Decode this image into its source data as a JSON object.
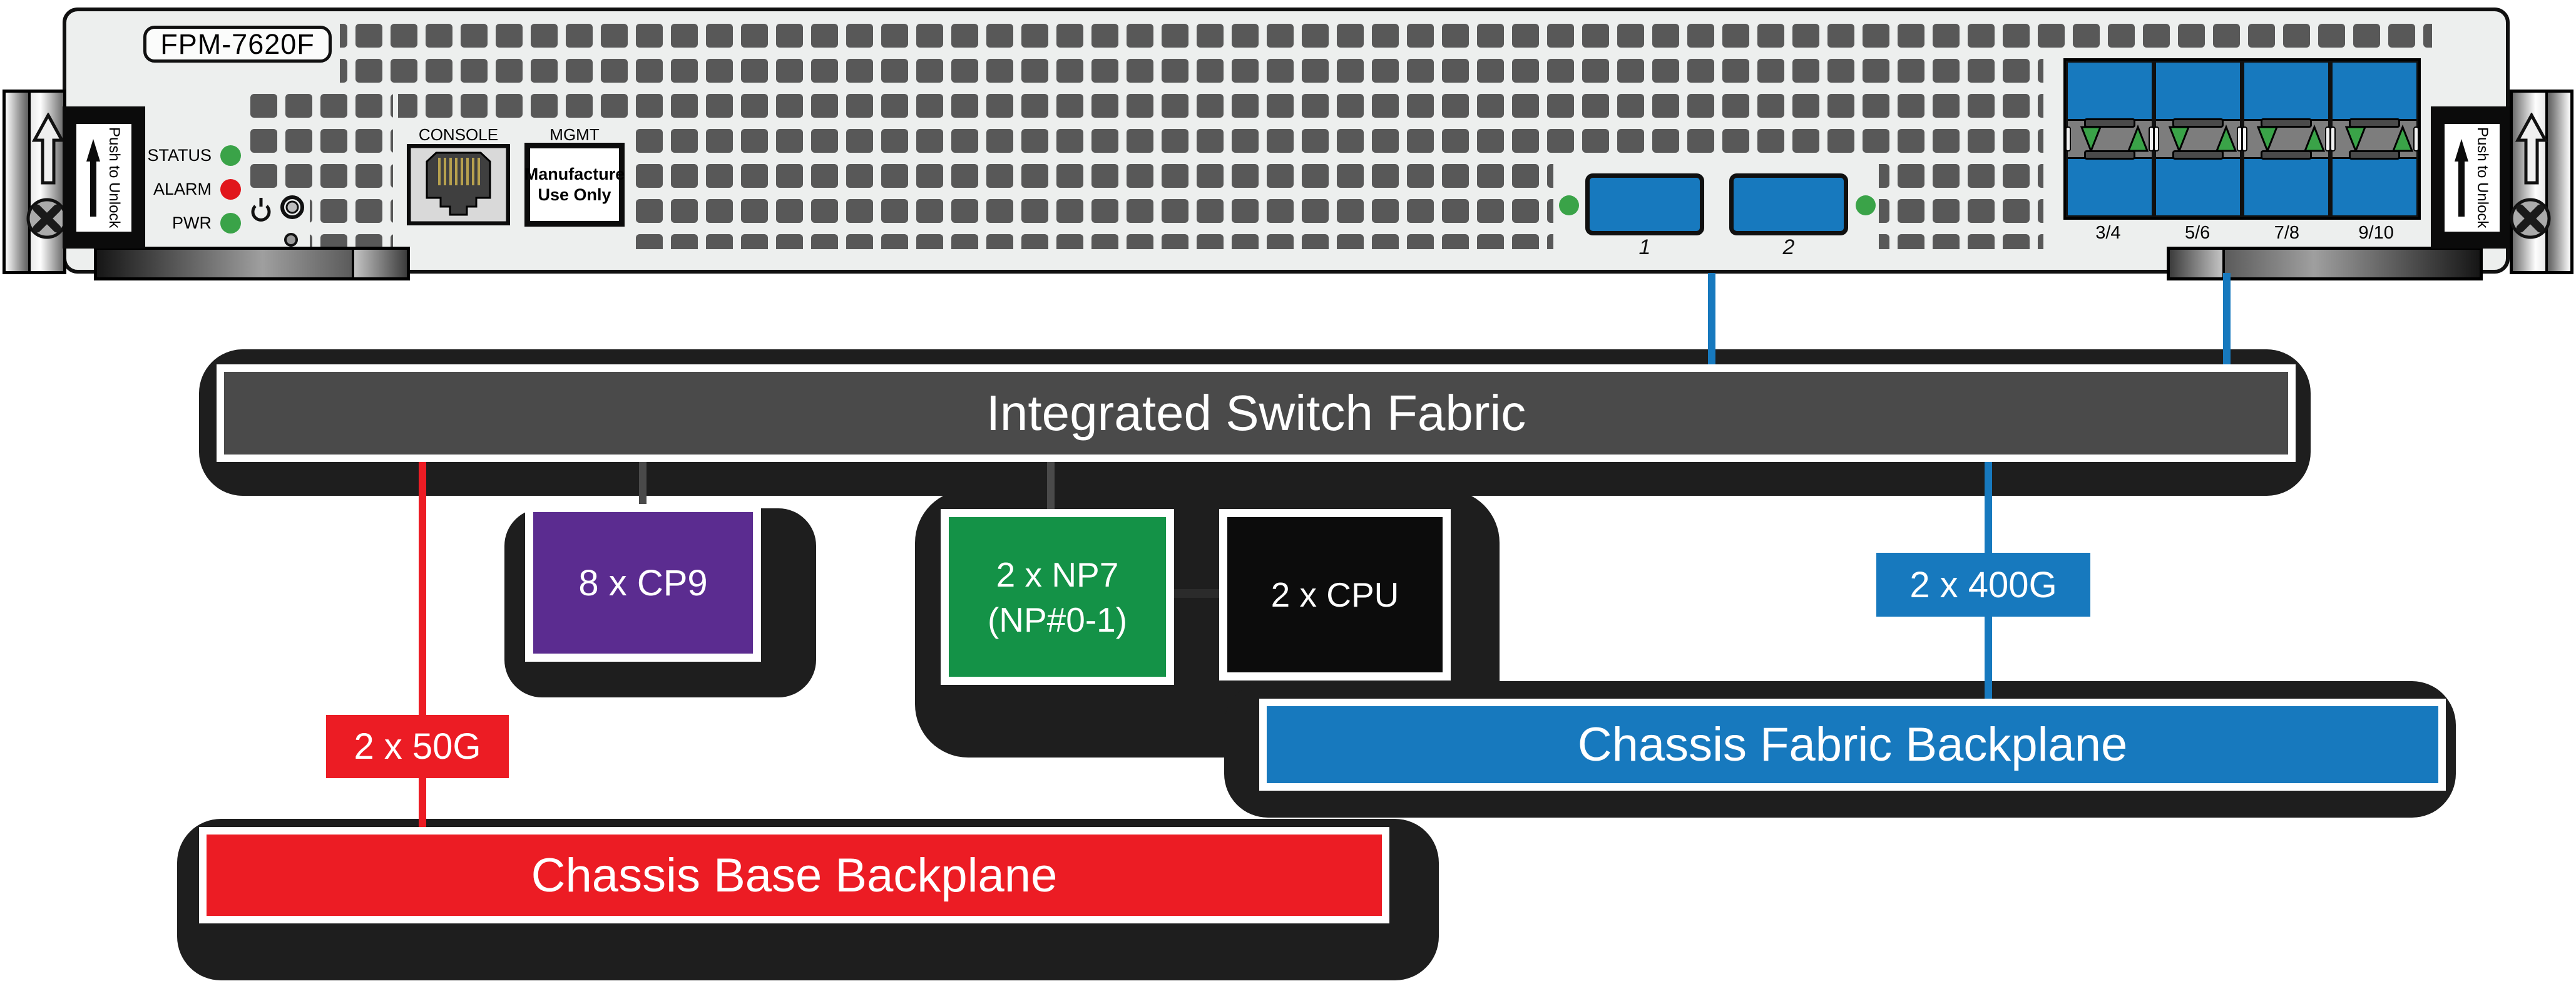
{
  "panel": {
    "model_label": "FPM-7620F",
    "leds": [
      {
        "label": "STATUS",
        "color": "#3AA348"
      },
      {
        "label": "ALARM",
        "color": "#E1161C"
      },
      {
        "label": "PWR",
        "color": "#3AA348"
      }
    ],
    "console_label": "CONSOLE",
    "mgmt_label": "MGMT",
    "mgmt_text_line1": "Manufacture",
    "mgmt_text_line2": "Use Only",
    "ejector_label": "Push to Unlock",
    "port1_label": "1",
    "port2_label": "2",
    "qsfp_labels": [
      "3/4",
      "5/6",
      "7/8",
      "9/10"
    ]
  },
  "diagram": {
    "switch_fabric": "Integrated Switch Fabric",
    "cp9": "8 x CP9",
    "np7_line1": "2 x NP7",
    "np7_line2": "(NP#0-1)",
    "cpu": "2 x CPU",
    "link_50g": "2 x 50G",
    "link_400g": "2 x 400G",
    "fabric_backplane": "Chassis Fabric Backplane",
    "base_backplane": "Chassis Base Backplane"
  },
  "colors": {
    "port_blue": "#1779BE",
    "backplane_red": "#EC1C24",
    "cp9_purple": "#5B2C90",
    "np7_green": "#149247",
    "fabric_gray": "#4A4A4A",
    "led_green": "#3AA348",
    "led_red": "#E1161C",
    "vent_gray": "#585858",
    "shadow_black": "#1E1E1E"
  }
}
